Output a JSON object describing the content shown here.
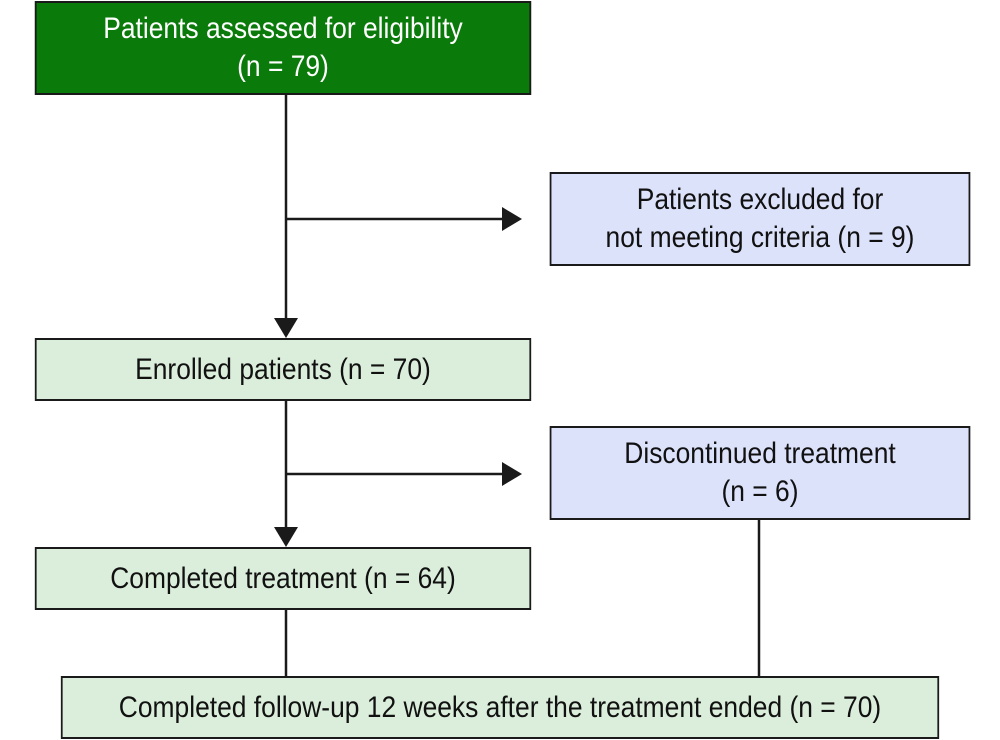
{
  "boxes": {
    "assessed": {
      "line1": "Patients assessed for eligibility",
      "line2": "(n = 79)",
      "color": "#0a7a0a"
    },
    "excluded": {
      "line1": "Patients excluded for",
      "line2": "not meeting criteria (n = 9)",
      "color": "#dde2fb"
    },
    "enrolled": {
      "line1": "Enrolled patients (n = 70)",
      "color": "#dbeedb"
    },
    "discontinued": {
      "line1": "Discontinued treatment",
      "line2": "(n = 6)",
      "color": "#dde2fb"
    },
    "completed": {
      "line1": "Completed treatment (n = 64)",
      "color": "#dbeedb"
    },
    "followup": {
      "line1": "Completed follow-up 12 weeks after the treatment ended (n = 70)",
      "color": "#dbeedb"
    }
  }
}
